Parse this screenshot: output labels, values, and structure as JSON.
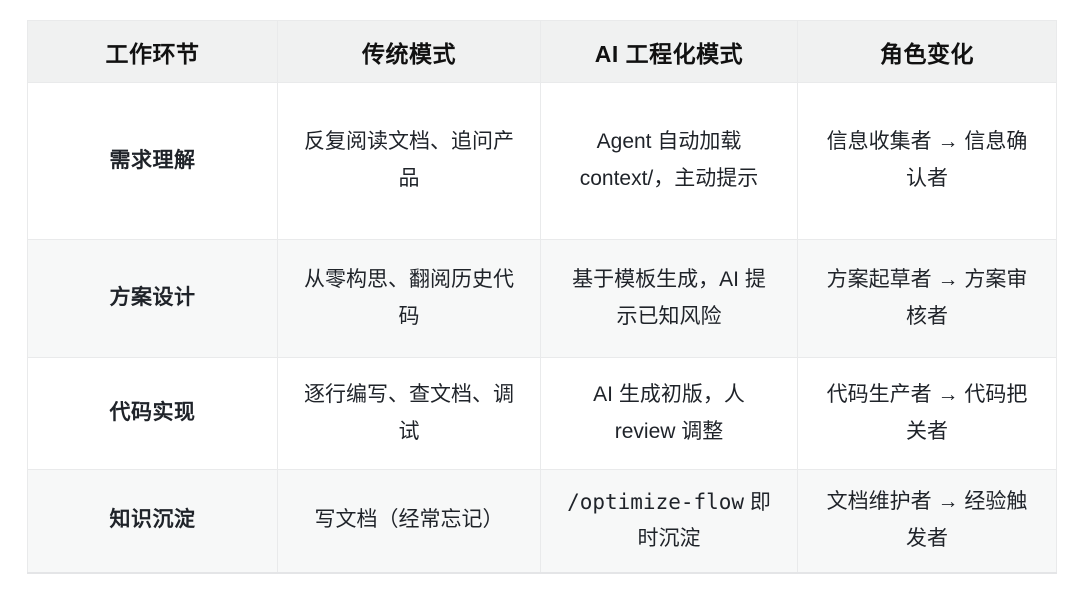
{
  "table": {
    "headers": [
      "工作环节",
      "传统模式",
      "AI 工程化模式",
      "角色变化"
    ],
    "rows": [
      {
        "stage": "需求理解",
        "traditional": "反复阅读文档、追问产品",
        "ai_mode": "Agent 自动加载 context/，主动提示",
        "role_change": "信息收集者 → 信息确认者"
      },
      {
        "stage": "方案设计",
        "traditional": "从零构思、翻阅历史代码",
        "ai_mode": "基于模板生成，AI 提示已知风险",
        "role_change": "方案起草者 → 方案审核者"
      },
      {
        "stage": "代码实现",
        "traditional": "逐行编写、查文档、调试",
        "ai_mode": "AI 生成初版，人 review 调整",
        "role_change": "代码生产者 → 代码把关者"
      },
      {
        "stage": "知识沉淀",
        "traditional": "写文档（经常忘记）",
        "ai_mode_code": "/optimize-flow",
        "ai_mode_rest": "即时沉淀",
        "role_change": "文档维护者 → 经验触发者"
      }
    ],
    "colors": {
      "header_bg": "#f0f1f1",
      "row_alt_bg": "#f7f8f8",
      "border": "#e9eaeb",
      "stage_text": "#3d4757",
      "body_text": "#1f2329"
    }
  }
}
